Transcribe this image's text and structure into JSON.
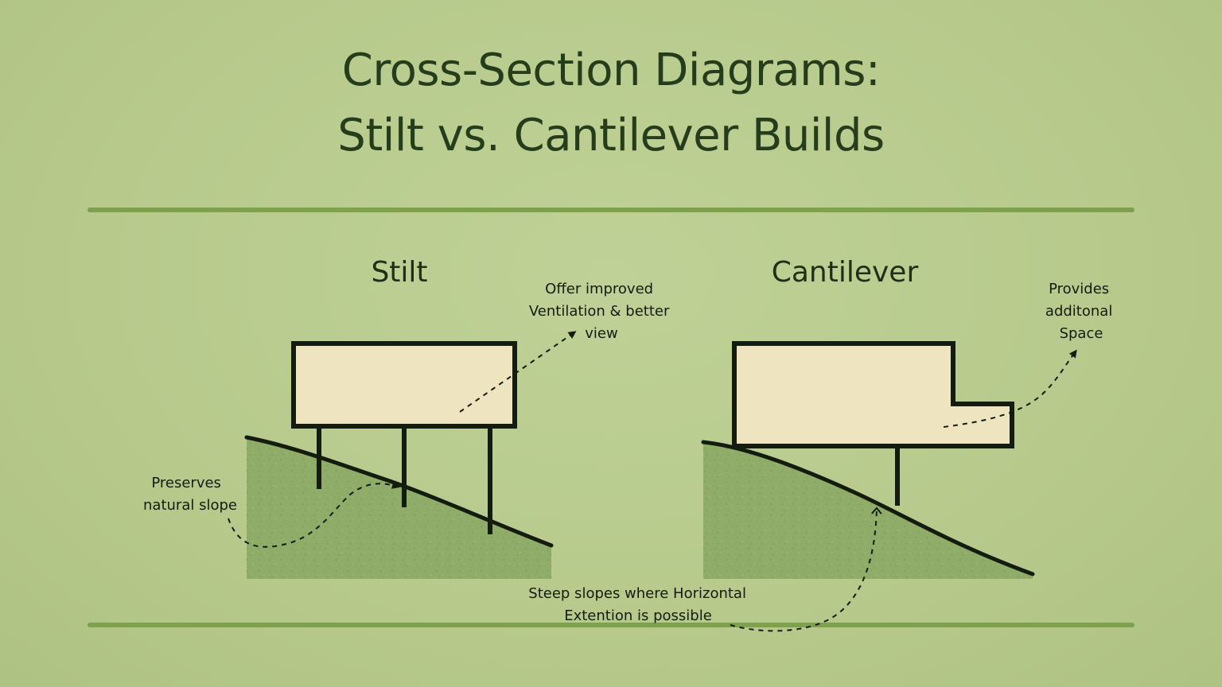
{
  "title": {
    "line1": "Cross-Section Diagrams:",
    "line2": "Stilt vs. Cantilever Builds"
  },
  "panels": {
    "stilt": {
      "heading": "Stilt",
      "note_top": [
        "Offer improved",
        "Ventilation & better",
        "view"
      ],
      "note_left": [
        "Preserves",
        "natural slope"
      ]
    },
    "cantilever": {
      "heading": "Cantilever",
      "note_top": [
        "Provides",
        "additonal",
        "Space"
      ]
    }
  },
  "shared_note": [
    "Steep slopes where Horizontal",
    "Extention is possible"
  ],
  "colors": {
    "background": "#b9cc8e",
    "ground": "#8fac68",
    "building": "#efe4c0",
    "rule": "#7fa04c",
    "ink": "#141c0f"
  }
}
